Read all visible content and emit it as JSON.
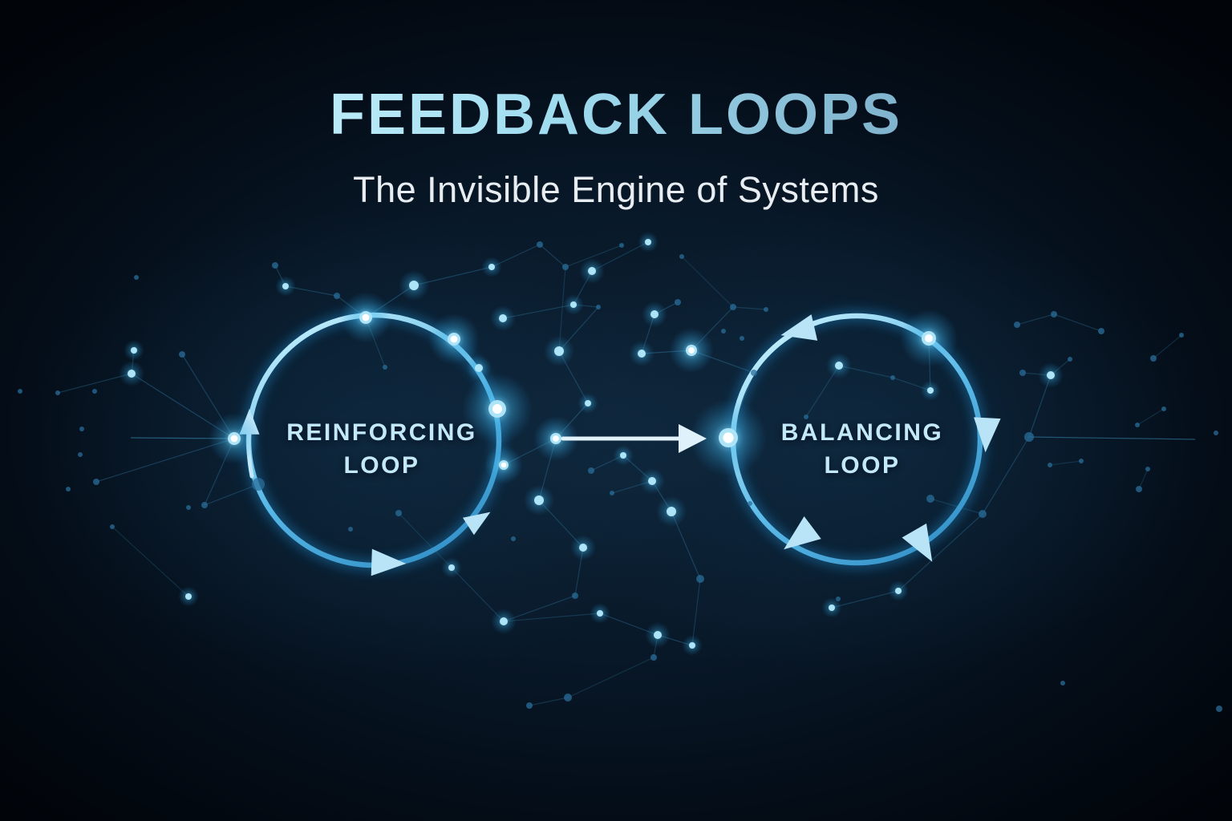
{
  "title": {
    "text": "FEEDBACK LOOPS"
  },
  "subtitle": {
    "text": "The Invisible Engine of Systems"
  },
  "loops": [
    {
      "id": "reinforcing",
      "line1": "REINFORCING",
      "line2": "LOOP"
    },
    {
      "id": "balancing",
      "line1": "BALANCING",
      "line2": "LOOP"
    }
  ],
  "colors": {
    "background_center": "#0d2134",
    "background_edge": "#010409",
    "accent": "#53b7e8",
    "accent_glow": "#38b0e8",
    "title_gradient_start": "#c9f2fd",
    "title_gradient_end": "#6f9cba",
    "subtitle_text": "#e8edf2",
    "loop_label_text": "#c3e9f8",
    "ring_stroke": "#57b7e6",
    "arrowhead_fill": "#b9e4f7",
    "node_core": "#ffffff",
    "node_bright": "#aee4f8",
    "node_dim": "#2a6e99",
    "edge_line": "#3e92c0"
  },
  "decor": {
    "nodes": [
      [
        292,
        547,
        8,
        "w"
      ],
      [
        456,
        396,
        8,
        "w"
      ],
      [
        566,
        423,
        8,
        "w"
      ],
      [
        620,
        510,
        11,
        "w"
      ],
      [
        628,
        580,
        6,
        "w"
      ],
      [
        693,
        547,
        7,
        "w"
      ],
      [
        908,
        546,
        12,
        "w"
      ],
      [
        862,
        437,
        7,
        "w"
      ],
      [
        1158,
        422,
        9,
        "w"
      ],
      [
        164,
        466,
        5,
        "b"
      ],
      [
        167,
        437,
        4,
        "b"
      ],
      [
        356,
        357,
        4,
        "b"
      ],
      [
        516,
        356,
        6,
        "b"
      ],
      [
        597,
        459,
        5,
        "b"
      ],
      [
        697,
        438,
        6,
        "b"
      ],
      [
        800,
        441,
        5,
        "b"
      ],
      [
        733,
        503,
        4,
        "b"
      ],
      [
        672,
        624,
        6,
        "b"
      ],
      [
        837,
        638,
        6,
        "b"
      ],
      [
        727,
        683,
        5,
        "b"
      ],
      [
        628,
        775,
        5,
        "b"
      ],
      [
        820,
        792,
        5,
        "b"
      ],
      [
        863,
        805,
        4,
        "b"
      ],
      [
        1046,
        456,
        5,
        "b"
      ],
      [
        1160,
        487,
        4,
        "b"
      ],
      [
        1310,
        468,
        5,
        "b"
      ],
      [
        748,
        765,
        4,
        "b"
      ],
      [
        813,
        600,
        5,
        "b"
      ],
      [
        777,
        568,
        4,
        "b"
      ],
      [
        1120,
        737,
        4,
        "b"
      ],
      [
        1037,
        758,
        4,
        "b"
      ],
      [
        808,
        302,
        4,
        "b"
      ],
      [
        613,
        333,
        4,
        "b"
      ],
      [
        738,
        338,
        5,
        "b"
      ],
      [
        715,
        380,
        4,
        "b"
      ],
      [
        627,
        397,
        5,
        "b"
      ],
      [
        816,
        392,
        5,
        "b"
      ],
      [
        563,
        708,
        4,
        "b"
      ],
      [
        235,
        744,
        4,
        "b"
      ],
      [
        343,
        331,
        4
      ],
      [
        420,
        369,
        4
      ],
      [
        480,
        458,
        3
      ],
      [
        673,
        305,
        4
      ],
      [
        705,
        333,
        4
      ],
      [
        746,
        383,
        3
      ],
      [
        845,
        377,
        4
      ],
      [
        914,
        383,
        4
      ],
      [
        955,
        386,
        3
      ],
      [
        940,
        465,
        4
      ],
      [
        902,
        413,
        3
      ],
      [
        925,
        422,
        3
      ],
      [
        1113,
        471,
        3
      ],
      [
        1275,
        465,
        4
      ],
      [
        1268,
        405,
        4
      ],
      [
        1314,
        392,
        4
      ],
      [
        1373,
        413,
        4
      ],
      [
        1334,
        448,
        3
      ],
      [
        1438,
        447,
        4
      ],
      [
        1473,
        418,
        3
      ],
      [
        1451,
        510,
        3
      ],
      [
        1418,
        530,
        3
      ],
      [
        1516,
        540,
        3
      ],
      [
        1431,
        585,
        3
      ],
      [
        1348,
        575,
        3
      ],
      [
        1309,
        580,
        3
      ],
      [
        737,
        587,
        4
      ],
      [
        763,
        615,
        3
      ],
      [
        873,
        722,
        5
      ],
      [
        717,
        743,
        4
      ],
      [
        708,
        870,
        5
      ],
      [
        815,
        820,
        4
      ],
      [
        322,
        604,
        8
      ],
      [
        255,
        630,
        4
      ],
      [
        120,
        601,
        4
      ],
      [
        102,
        535,
        3
      ],
      [
        100,
        567,
        3
      ],
      [
        85,
        610,
        3
      ],
      [
        140,
        657,
        3
      ],
      [
        235,
        633,
        3
      ],
      [
        25,
        488,
        3
      ],
      [
        72,
        490,
        3
      ],
      [
        118,
        488,
        3
      ],
      [
        227,
        442,
        4
      ],
      [
        1225,
        641,
        5
      ],
      [
        1283,
        545,
        6
      ],
      [
        1420,
        610,
        4
      ],
      [
        660,
        880,
        4
      ],
      [
        775,
        306,
        3
      ],
      [
        850,
        320,
        3
      ],
      [
        935,
        628,
        3
      ],
      [
        1005,
        520,
        3
      ],
      [
        1160,
        622,
        5
      ],
      [
        497,
        640,
        4
      ],
      [
        640,
        672,
        3
      ],
      [
        437,
        660,
        3
      ],
      [
        170,
        346,
        3
      ],
      [
        1325,
        852,
        3
      ],
      [
        1520,
        884,
        4
      ],
      [
        1045,
        747,
        3
      ]
    ],
    "edges": [
      [
        163,
        546,
        292,
        547,
        0.55
      ],
      [
        292,
        547,
        164,
        466,
        0.35
      ],
      [
        292,
        547,
        227,
        442,
        0.3
      ],
      [
        292,
        547,
        120,
        601,
        0.3
      ],
      [
        292,
        547,
        255,
        630,
        0.3
      ],
      [
        292,
        547,
        311,
        517,
        0.3
      ],
      [
        164,
        466,
        72,
        490,
        0.28
      ],
      [
        164,
        466,
        167,
        437,
        0.28
      ],
      [
        356,
        357,
        343,
        331,
        0.3
      ],
      [
        356,
        357,
        420,
        369,
        0.3
      ],
      [
        420,
        369,
        456,
        396,
        0.3
      ],
      [
        516,
        356,
        456,
        396,
        0.35
      ],
      [
        516,
        356,
        613,
        333,
        0.3
      ],
      [
        456,
        396,
        480,
        458,
        0.25
      ],
      [
        566,
        423,
        597,
        459,
        0.3
      ],
      [
        613,
        333,
        673,
        305,
        0.28
      ],
      [
        673,
        305,
        705,
        333,
        0.28
      ],
      [
        705,
        333,
        775,
        306,
        0.25
      ],
      [
        705,
        333,
        697,
        438,
        0.22
      ],
      [
        697,
        438,
        746,
        383,
        0.3
      ],
      [
        697,
        438,
        733,
        503,
        0.3
      ],
      [
        746,
        383,
        715,
        380,
        0.25
      ],
      [
        738,
        338,
        715,
        380,
        0.28
      ],
      [
        738,
        338,
        808,
        302,
        0.25
      ],
      [
        715,
        380,
        627,
        397,
        0.28
      ],
      [
        816,
        392,
        845,
        377,
        0.3
      ],
      [
        816,
        392,
        800,
        441,
        0.3
      ],
      [
        800,
        441,
        862,
        437,
        0.35
      ],
      [
        862,
        437,
        914,
        383,
        0.3
      ],
      [
        862,
        437,
        940,
        465,
        0.3
      ],
      [
        914,
        383,
        955,
        386,
        0.25
      ],
      [
        850,
        320,
        914,
        383,
        0.2
      ],
      [
        733,
        503,
        693,
        547,
        0.35
      ],
      [
        693,
        547,
        672,
        624,
        0.3
      ],
      [
        693,
        547,
        628,
        580,
        0.3
      ],
      [
        777,
        568,
        737,
        587,
        0.28
      ],
      [
        777,
        568,
        813,
        600,
        0.3
      ],
      [
        813,
        600,
        763,
        615,
        0.25
      ],
      [
        813,
        600,
        837,
        638,
        0.32
      ],
      [
        837,
        638,
        873,
        722,
        0.3
      ],
      [
        672,
        624,
        727,
        683,
        0.3
      ],
      [
        727,
        683,
        717,
        743,
        0.28
      ],
      [
        628,
        775,
        717,
        743,
        0.28
      ],
      [
        628,
        775,
        748,
        765,
        0.25
      ],
      [
        628,
        775,
        563,
        708,
        0.25
      ],
      [
        497,
        640,
        563,
        708,
        0.2
      ],
      [
        748,
        765,
        820,
        792,
        0.3
      ],
      [
        820,
        792,
        863,
        805,
        0.3
      ],
      [
        863,
        805,
        873,
        722,
        0.25
      ],
      [
        820,
        792,
        815,
        820,
        0.25
      ],
      [
        708,
        870,
        660,
        880,
        0.25
      ],
      [
        708,
        870,
        815,
        820,
        0.22
      ],
      [
        908,
        546,
        940,
        465,
        0.3
      ],
      [
        908,
        546,
        935,
        628,
        0.28
      ],
      [
        1046,
        456,
        1113,
        471,
        0.25
      ],
      [
        1046,
        456,
        1005,
        520,
        0.25
      ],
      [
        1158,
        422,
        1160,
        487,
        0.3
      ],
      [
        1160,
        487,
        1113,
        471,
        0.25
      ],
      [
        1283,
        545,
        1490,
        548,
        0.5
      ],
      [
        1283,
        545,
        1310,
        468,
        0.32
      ],
      [
        1283,
        545,
        1225,
        641,
        0.3
      ],
      [
        1310,
        468,
        1334,
        448,
        0.25
      ],
      [
        1310,
        468,
        1275,
        465,
        0.25
      ],
      [
        1314,
        392,
        1268,
        405,
        0.25
      ],
      [
        1314,
        392,
        1373,
        413,
        0.25
      ],
      [
        1438,
        447,
        1473,
        418,
        0.22
      ],
      [
        1451,
        510,
        1418,
        530,
        0.22
      ],
      [
        1225,
        641,
        1120,
        737,
        0.28
      ],
      [
        1225,
        641,
        1160,
        622,
        0.22
      ],
      [
        1120,
        737,
        1037,
        758,
        0.28
      ],
      [
        322,
        604,
        255,
        630,
        0.3
      ],
      [
        1420,
        610,
        1431,
        585,
        0.22
      ],
      [
        1309,
        580,
        1348,
        575,
        0.2
      ],
      [
        235,
        744,
        140,
        657,
        0.2
      ]
    ]
  }
}
